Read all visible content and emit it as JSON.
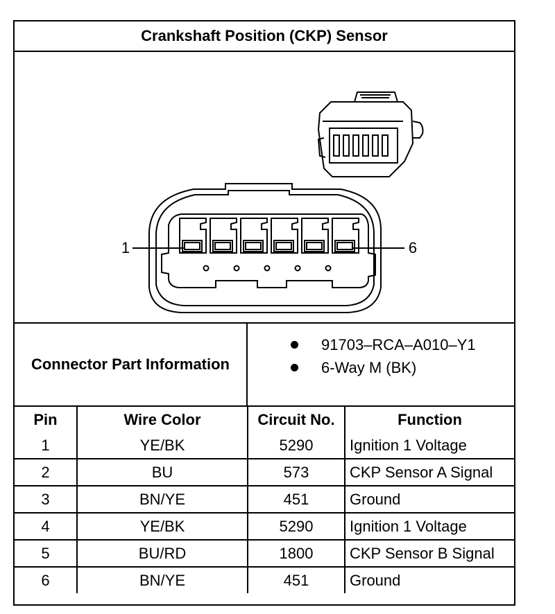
{
  "title": "Crankshaft Position (CKP) Sensor",
  "drawing": {
    "pin_callout_left": "1",
    "pin_callout_right": "6"
  },
  "connector_info": {
    "label": "Connector Part Information",
    "items": [
      "91703–RCA–A010–Y1",
      "6-Way M (BK)"
    ]
  },
  "pin_table": {
    "headers": [
      "Pin",
      "Wire Color",
      "Circuit No.",
      "Function"
    ],
    "rows": [
      {
        "pin": "1",
        "wire": "YE/BK",
        "circuit": "5290",
        "function": "Ignition 1 Voltage"
      },
      {
        "pin": "2",
        "wire": "BU",
        "circuit": "573",
        "function": "CKP Sensor A Signal"
      },
      {
        "pin": "3",
        "wire": "BN/YE",
        "circuit": "451",
        "function": "Ground"
      },
      {
        "pin": "4",
        "wire": "YE/BK",
        "circuit": "5290",
        "function": "Ignition 1 Voltage"
      },
      {
        "pin": "5",
        "wire": "BU/RD",
        "circuit": "1800",
        "function": "CKP Sensor B Signal"
      },
      {
        "pin": "6",
        "wire": "BN/YE",
        "circuit": "451",
        "function": "Ground"
      }
    ]
  }
}
